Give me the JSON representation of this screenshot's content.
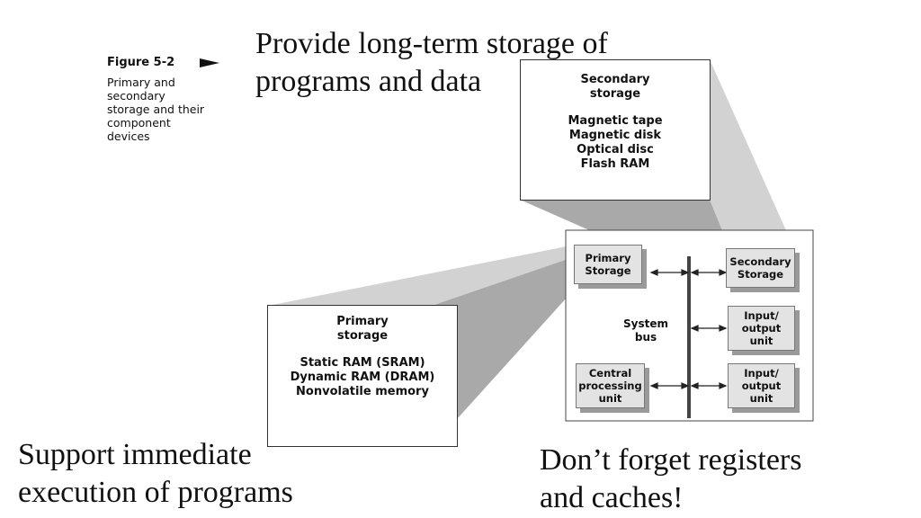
{
  "caption": {
    "title": "Figure 5-2",
    "lines": [
      "Primary and",
      "secondary",
      "storage and their",
      "component",
      "devices"
    ]
  },
  "annotations": {
    "secondary_purpose": [
      "Provide long-term storage of",
      "programs and data"
    ],
    "primary_purpose": [
      "Support immediate",
      "execution of programs"
    ],
    "reminder": [
      "Don’t forget registers",
      "and caches!"
    ]
  },
  "secondary_zoom": {
    "title": [
      "Secondary",
      "storage"
    ],
    "items": [
      "Magnetic tape",
      "Magnetic disk",
      "Optical disc",
      "Flash RAM"
    ]
  },
  "primary_zoom": {
    "title": [
      "Primary",
      "storage"
    ],
    "items": [
      "Static RAM (SRAM)",
      "Dynamic RAM (DRAM)",
      "Nonvolatile memory"
    ]
  },
  "system": {
    "primary": [
      "Primary",
      "Storage"
    ],
    "secondary": [
      "Secondary",
      "Storage"
    ],
    "io_1": [
      "Input/",
      "output",
      "unit"
    ],
    "io_2": [
      "Input/",
      "output",
      "unit"
    ],
    "cpu": [
      "Central",
      "processing",
      "unit"
    ],
    "bus": [
      "System",
      "bus"
    ]
  }
}
